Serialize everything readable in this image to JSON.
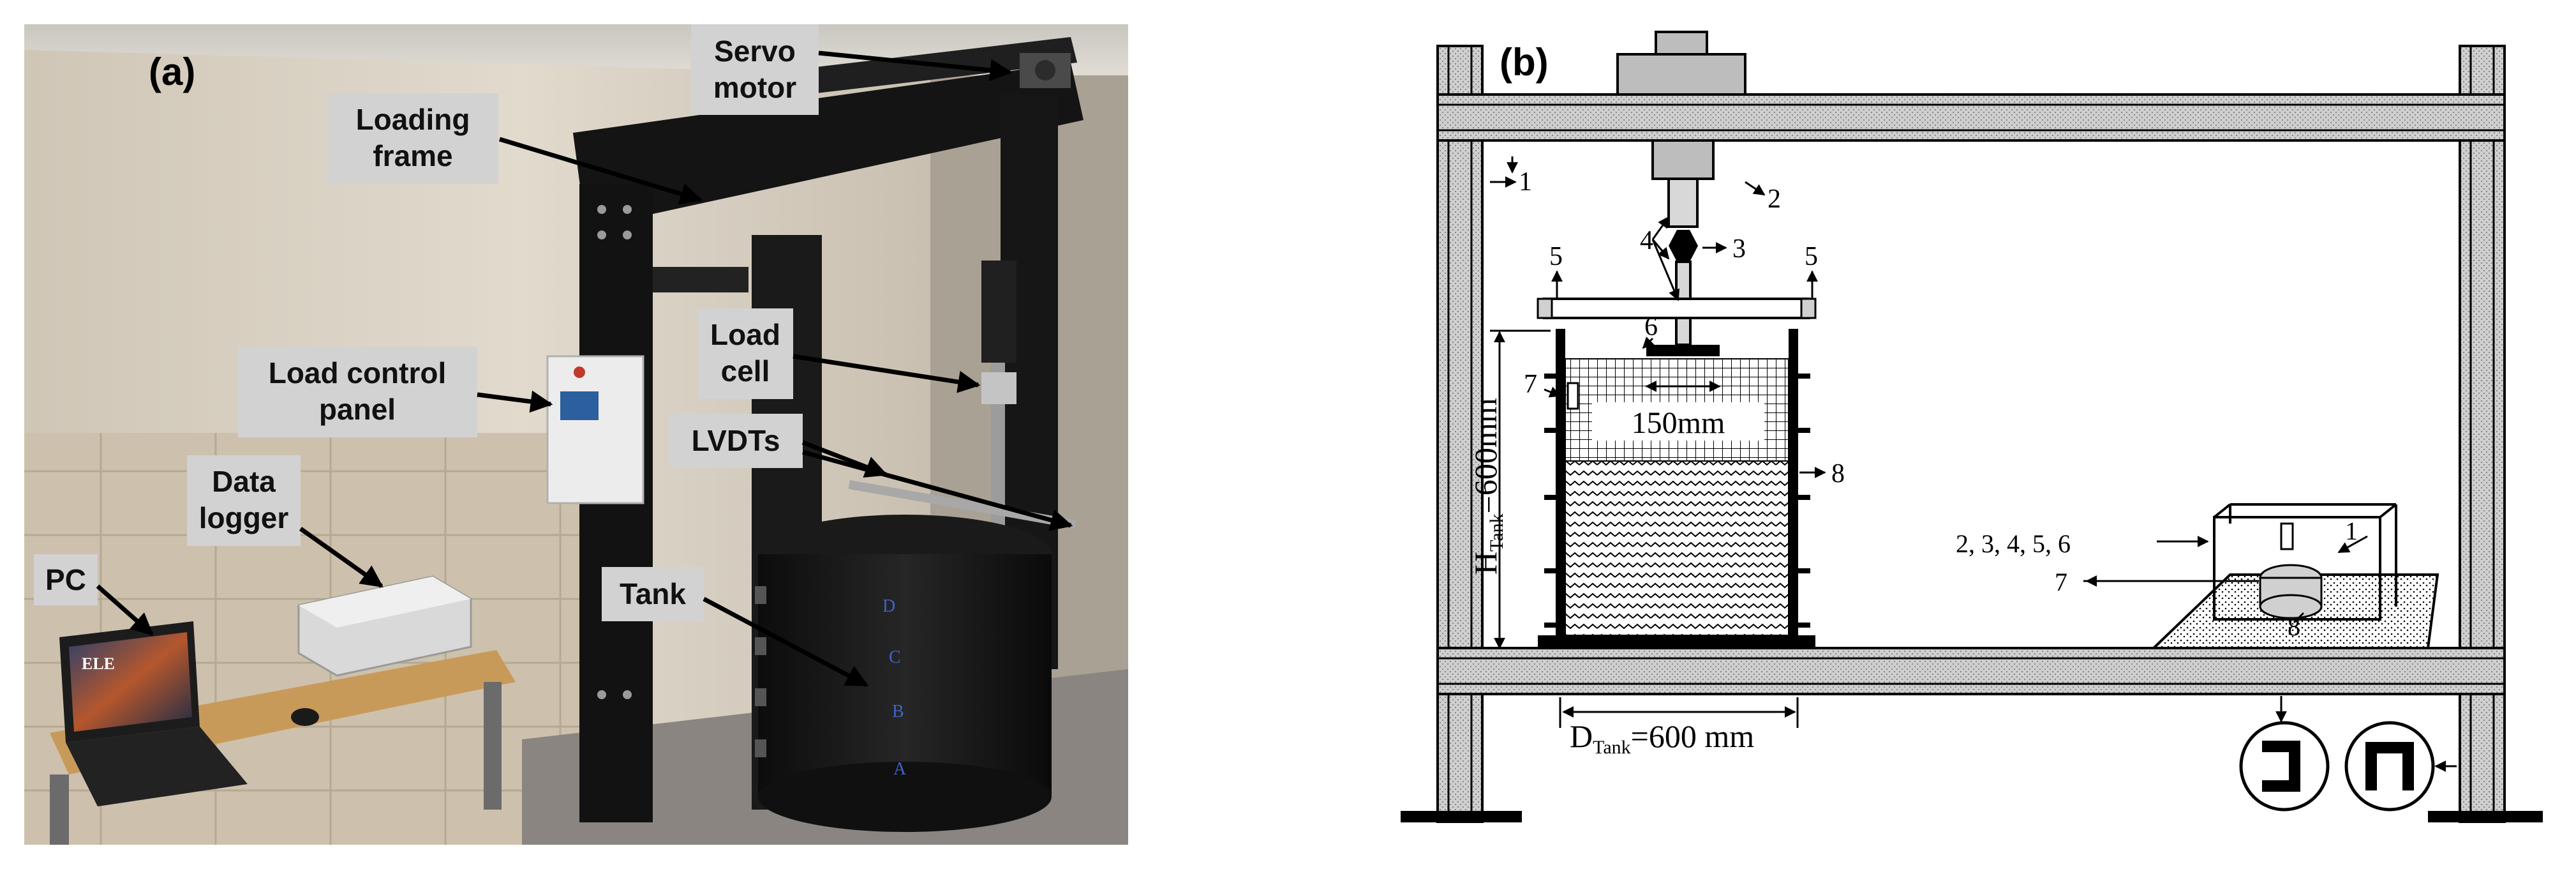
{
  "figure": {
    "panel_a": {
      "letter": "(a)",
      "labels": {
        "servo_motor_1": "Servo",
        "servo_motor_2": "motor",
        "loading_frame_1": "Loading",
        "loading_frame_2": "frame",
        "load_control_panel_1": "Load control",
        "load_control_panel_2": "panel",
        "load_cell_1": "Load",
        "load_cell_2": "cell",
        "data_logger_1": "Data",
        "data_logger_2": "logger",
        "lvdts": "LVDTs",
        "pc": "PC",
        "tank": "Tank"
      },
      "screen_text": "ELE",
      "tank_marks": [
        "D",
        "C",
        "B",
        "A"
      ]
    },
    "panel_b": {
      "letter": "(b)",
      "callouts": [
        "1",
        "2",
        "3",
        "4",
        "5",
        "5",
        "6",
        "7",
        "8"
      ],
      "plate_width": "150mm",
      "height_label_main": "H",
      "height_label_sub": "Tank",
      "height_label_value": "=600mm",
      "diameter_label_main": "D",
      "diameter_label_sub": "Tank",
      "diameter_label_value": "=600 mm",
      "inset_labels": {
        "load_items": "2, 3, 4, 5, 6",
        "frame": "1",
        "tank": "7",
        "tank_bottom": "8"
      }
    },
    "colors": {
      "frame_dark": "#151515",
      "wall_beige": "#d8cfc0",
      "tile": "#cdc1ad",
      "label_bg": "#d2d2d2",
      "desk": "#c89a5a"
    }
  }
}
